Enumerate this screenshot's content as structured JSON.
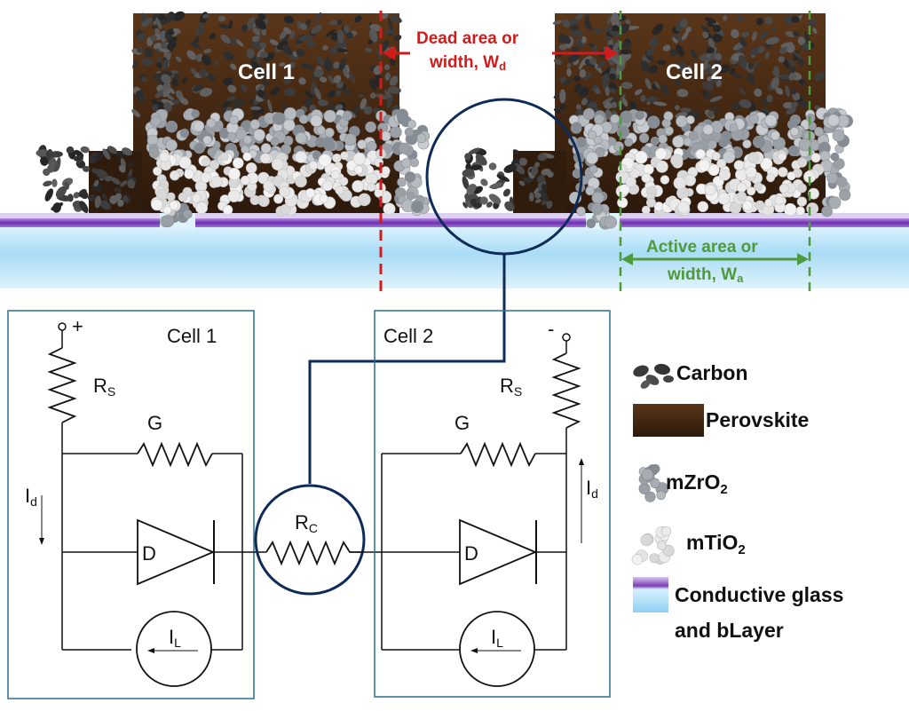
{
  "device": {
    "cell1_label": "Cell 1",
    "cell2_label": "Cell 2",
    "dead_area_line1": "Dead area or",
    "dead_area_line2": "width, W",
    "dead_area_sub": "d",
    "active_area_line1": "Active area or",
    "active_area_line2": "width, W",
    "active_area_sub": "a"
  },
  "circuit": {
    "cell1_label": "Cell 1",
    "cell2_label": "Cell 2",
    "plus": "+",
    "minus": "-",
    "rs_main": "R",
    "rs_sub": "S",
    "g": "G",
    "d": "D",
    "id_main": "I",
    "id_sub": "d",
    "il_main": "I",
    "il_sub": "L",
    "rc_main": "R",
    "rc_sub": "C"
  },
  "legend": {
    "carbon": "Carbon",
    "perovskite": "Perovskite",
    "mzro2_main": "mZrO",
    "mzro2_sub": "2",
    "mtio2_main": "mTiO",
    "mtio2_sub": "2",
    "glass_line1": "Conductive glass",
    "glass_line2": "and bLayer"
  },
  "colors": {
    "perovskite": "#3b2413",
    "carbon": "#3a3a3a",
    "mzro2": "#a9aeb4",
    "mtio2": "#e6e6e6",
    "glass": "#bfe3f7",
    "layer": "#7d3fb5",
    "dead_line": "#d21c1c",
    "active_line": "#4f9a3c",
    "wire": "#0e2a57",
    "box": "#2b6f8e"
  }
}
